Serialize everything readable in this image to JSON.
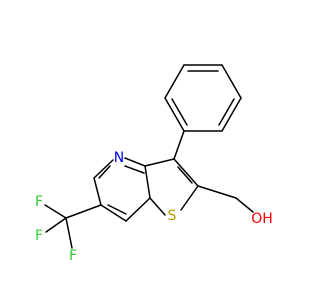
{
  "molecule": {
    "atoms": {
      "n1": {
        "label": "N",
        "color": "#0000ff"
      },
      "s1": {
        "label": "S",
        "color": "#b2a000"
      },
      "o1": {
        "label": "OH",
        "color": "#ff0000"
      },
      "f1": {
        "label": "F",
        "color": "#33cc33"
      },
      "f2": {
        "label": "F",
        "color": "#33cc33"
      },
      "f3": {
        "label": "F",
        "color": "#33cc33"
      }
    }
  }
}
